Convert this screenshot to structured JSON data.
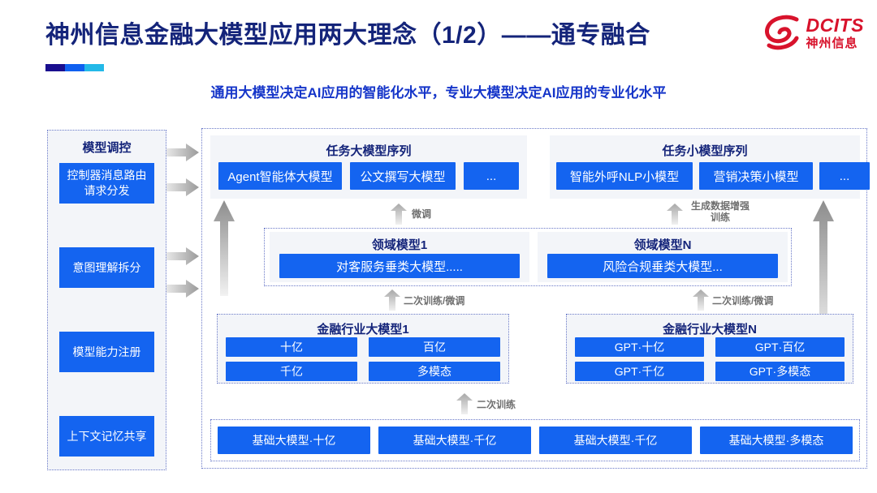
{
  "header": {
    "title": "神州信息金融大模型应用两大理念（1/2）——通专融合",
    "subtitle": "通用大模型决定AI应用的智能化水平，专业大模型决定AI应用的专业化水平",
    "logo_en": "DCITS",
    "logo_cn": "神州信息",
    "accent_colors": [
      "#1a0f8f",
      "#1060f0",
      "#24b9e8"
    ],
    "title_color": "#14247a",
    "subtitle_color": "#1535c9",
    "logo_color": "#d8132c"
  },
  "theme": {
    "box_blue": "#1464f0",
    "panel_gray": "#f3f5f9",
    "dotted_border": "#6a79c8",
    "arrow_gray": "#8d8d8d"
  },
  "control_panel": {
    "title": "模型调控",
    "items": [
      {
        "label": "控制器消息路由请求分发"
      },
      {
        "label": "意图理解拆分"
      },
      {
        "label": "模型能力注册"
      },
      {
        "label": "上下文记忆共享"
      }
    ]
  },
  "task_large": {
    "title": "任务大模型序列",
    "items": [
      "Agent智能体大模型",
      "公文撰写大模型",
      "..."
    ]
  },
  "task_small": {
    "title": "任务小模型序列",
    "items": [
      "智能外呼NLP小模型",
      "营销决策小模型",
      "..."
    ]
  },
  "domain_models": [
    {
      "title": "领域模型1",
      "item": "对客服务垂类大模型....."
    },
    {
      "title": "领域模型N",
      "item": "风险合规垂类大模型..."
    }
  ],
  "finance_models": [
    {
      "title": "金融行业大模型1",
      "items": [
        "十亿",
        "百亿",
        "千亿",
        "多模态"
      ]
    },
    {
      "title": "金融行业大模型N",
      "items": [
        "GPT·十亿",
        "GPT·百亿",
        "GPT·千亿",
        "GPT·多模态"
      ]
    }
  ],
  "base_models": {
    "items": [
      "基础大模型·十亿",
      "基础大模型·千亿",
      "基础大模型·千亿",
      "基础大模型·多模态"
    ]
  },
  "arrow_labels": {
    "fine_tune": "微调",
    "data_augment": "生成数据增强训练",
    "retrain_finetune_left": "二次训练/微调",
    "retrain_finetune_right": "二次训练/微调",
    "retrain": "二次训练"
  }
}
